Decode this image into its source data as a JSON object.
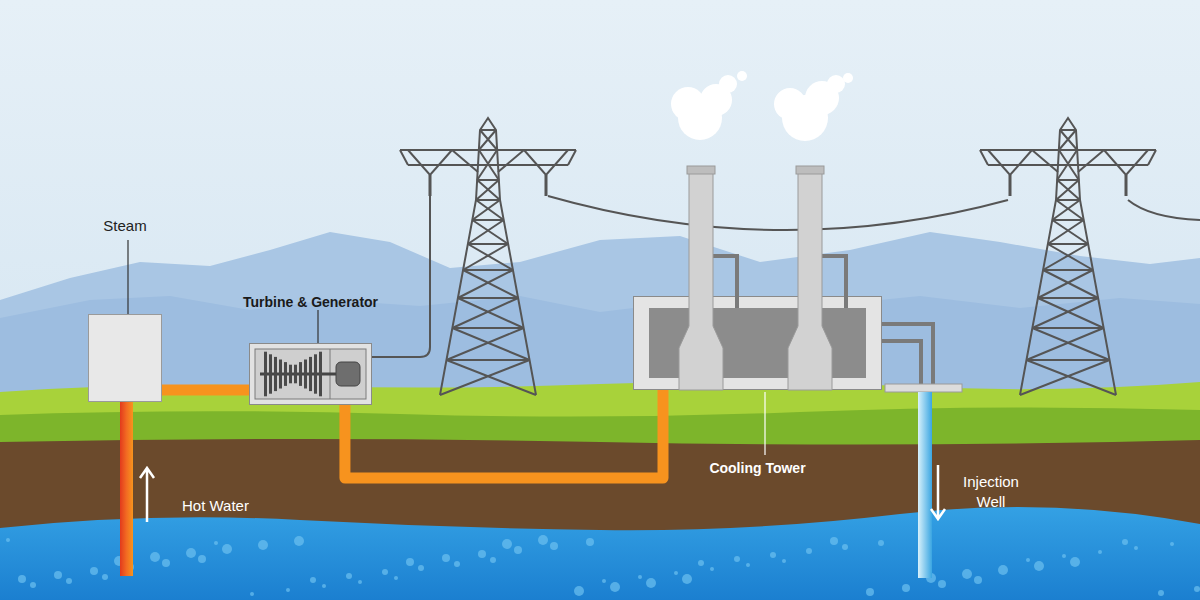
{
  "diagram": {
    "nodes": [
      {
        "text": [
          "Steam"
        ]
      },
      {
        "text": [
          "Turbine & Generator"
        ]
      },
      {
        "text": [
          "Cooling Tower"
        ]
      }
    ],
    "edges": [
      {
        "from": 0,
        "to": 1,
        "arrow": "none"
      },
      {
        "from": 1,
        "to": 2,
        "arrow": "none"
      }
    ],
    "labels": [
      "Hot Water",
      "Injection Well"
    ]
  }
}
